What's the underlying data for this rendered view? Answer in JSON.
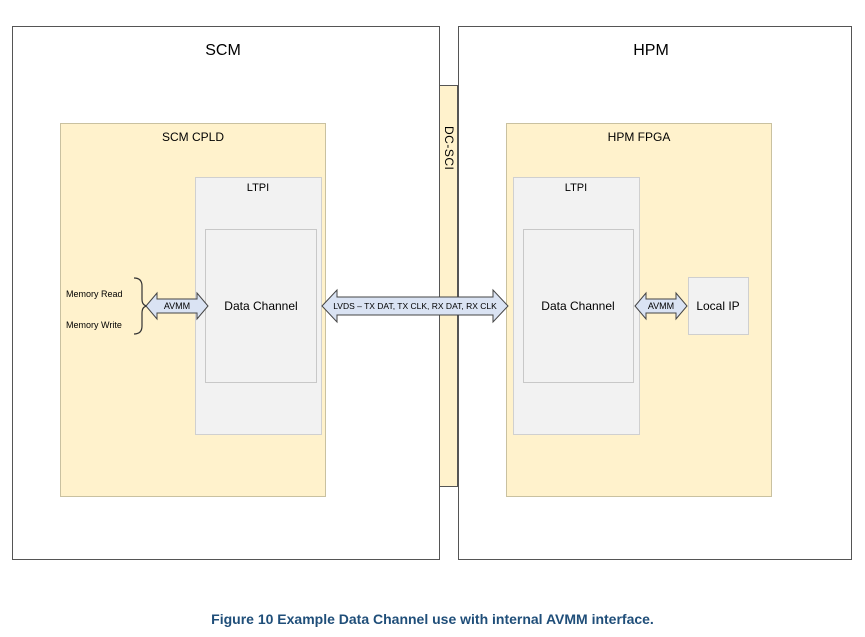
{
  "scm": {
    "title": "SCM",
    "chip_title": "SCM CPLD",
    "ltpi_title": "LTPI",
    "channel_label": "Data Channel",
    "memory_read": "Memory Read",
    "memory_write": "Memory Write",
    "avmm_label": "AVMM"
  },
  "hpm": {
    "title": "HPM",
    "chip_title": "HPM FPGA",
    "ltpi_title": "LTPI",
    "channel_label": "Data Channel",
    "avmm_label": "AVMM",
    "local_ip": "Local IP"
  },
  "connector": {
    "label": "DC-SCI"
  },
  "link": {
    "label": "LVDS – TX DAT, TX CLK, RX DAT, RX CLK"
  },
  "caption": "Figure 10 Example Data Channel use with internal AVMM interface.",
  "colors": {
    "chip_fill": "#fff2cc",
    "ltpi_fill": "#f2f2f2",
    "arrow_fill": "#dae3f3",
    "caption_color": "#1f4e79"
  }
}
